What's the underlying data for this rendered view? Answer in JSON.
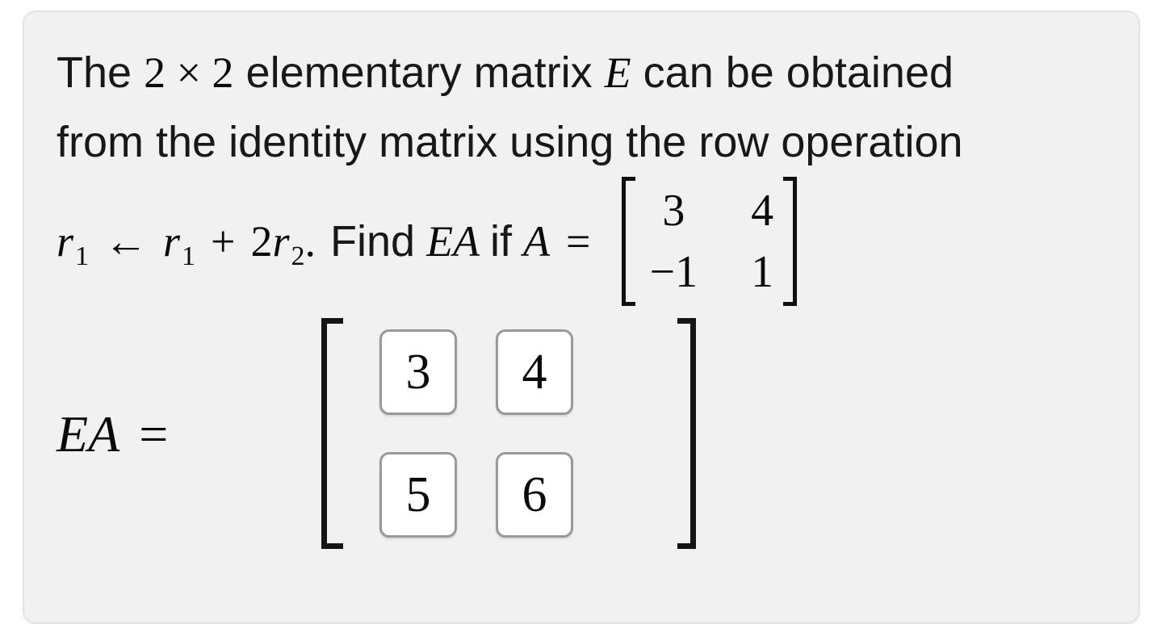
{
  "colors": {
    "card_bg": "#f1f1f2",
    "card_border": "#e3e3e4",
    "box_border": "#97999c",
    "box_bg": "#ffffff",
    "text": "#17181a",
    "math": "#0a0a0c"
  },
  "problem": {
    "line1": {
      "t1": "The ",
      "m1": "2 × 2",
      "t2": " elementary matrix ",
      "m2": "E",
      "t3": " can be obtained"
    },
    "line2": "from the identity matrix using the row operation",
    "line3": {
      "r": "r",
      "sub1": "1",
      "arrow": "←",
      "plus": "+",
      "coef": "2",
      "sub2": "2",
      "period": ".",
      "find": "Find",
      "ea": "EA",
      "if": "if",
      "a": "A",
      "eq": "="
    },
    "matrix_a": {
      "rows": [
        [
          "3",
          "4"
        ],
        [
          "−1",
          "1"
        ]
      ]
    }
  },
  "answer": {
    "ea": "EA",
    "eq": "=",
    "entries": [
      [
        "3",
        "4"
      ],
      [
        "5",
        "6"
      ]
    ]
  }
}
